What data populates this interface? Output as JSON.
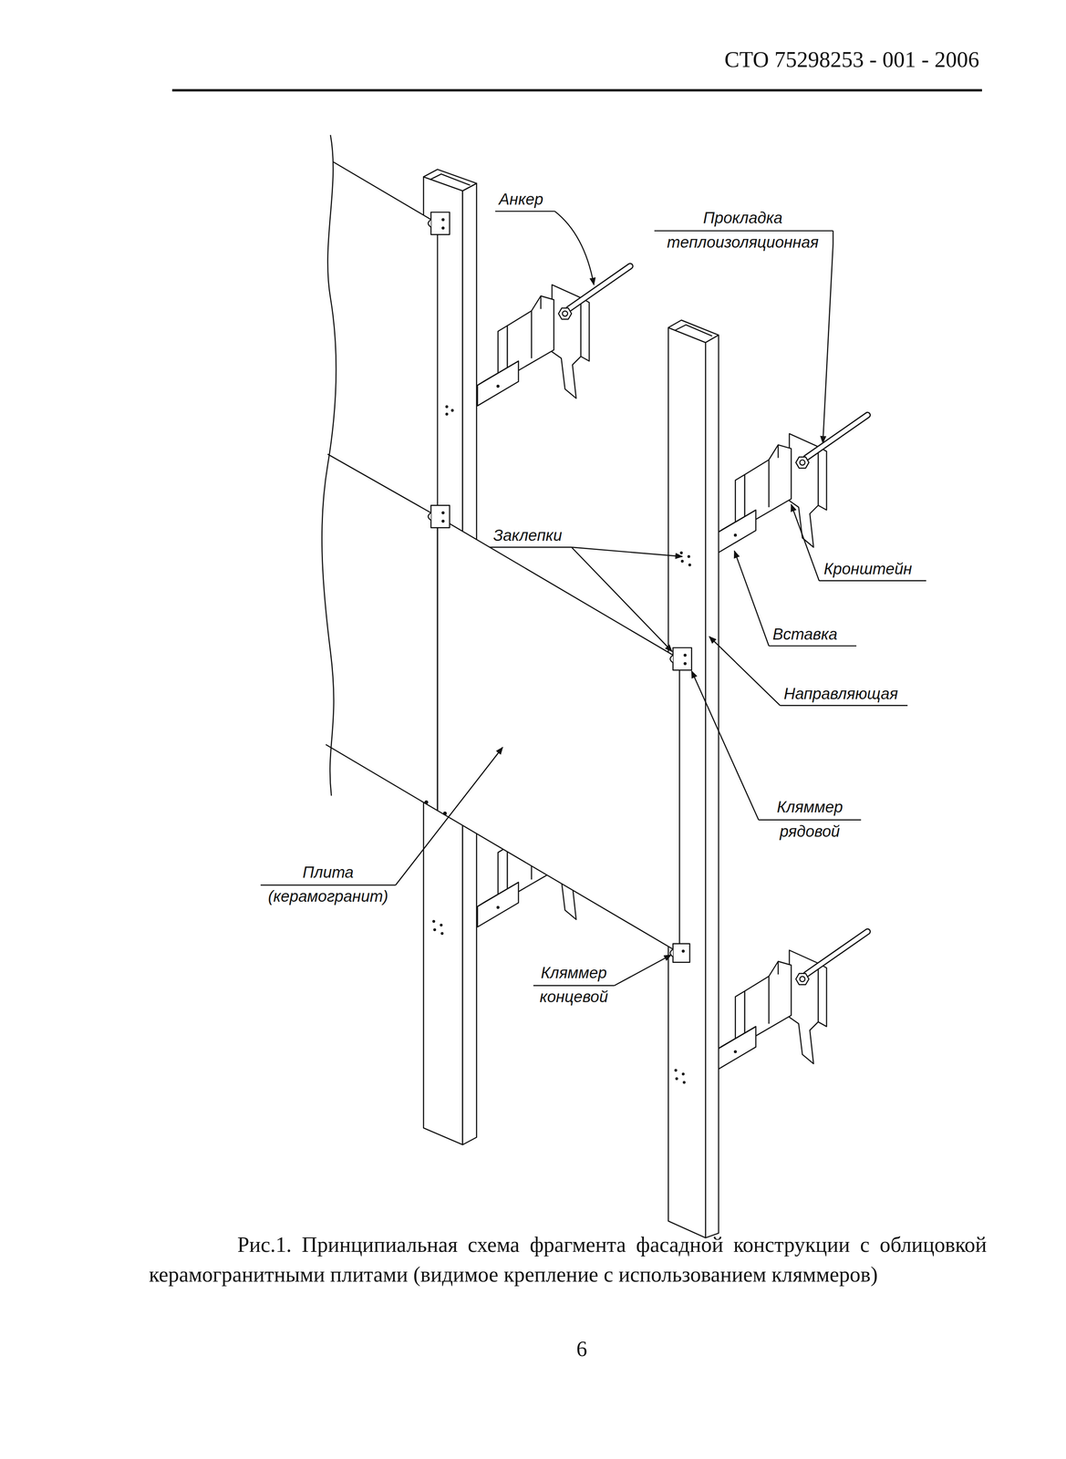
{
  "diagram": {
    "caption": "Рис.1. Принципиальная схема фрагмента фасадной конструкции с облицовкой керамогранитными плитами (видимое крепление с использованием кляммеров)",
    "labels": [
      "СТО 75298253 - 001 - 2006",
      "Анкер",
      "Прокладка теплоизоляционная",
      "Заклепки",
      "Кронштейн",
      "Вставка",
      "Направляющая",
      "Кляммер рядовой",
      "Плита (керамогранит)",
      "Кляммер концевой",
      "6"
    ]
  }
}
